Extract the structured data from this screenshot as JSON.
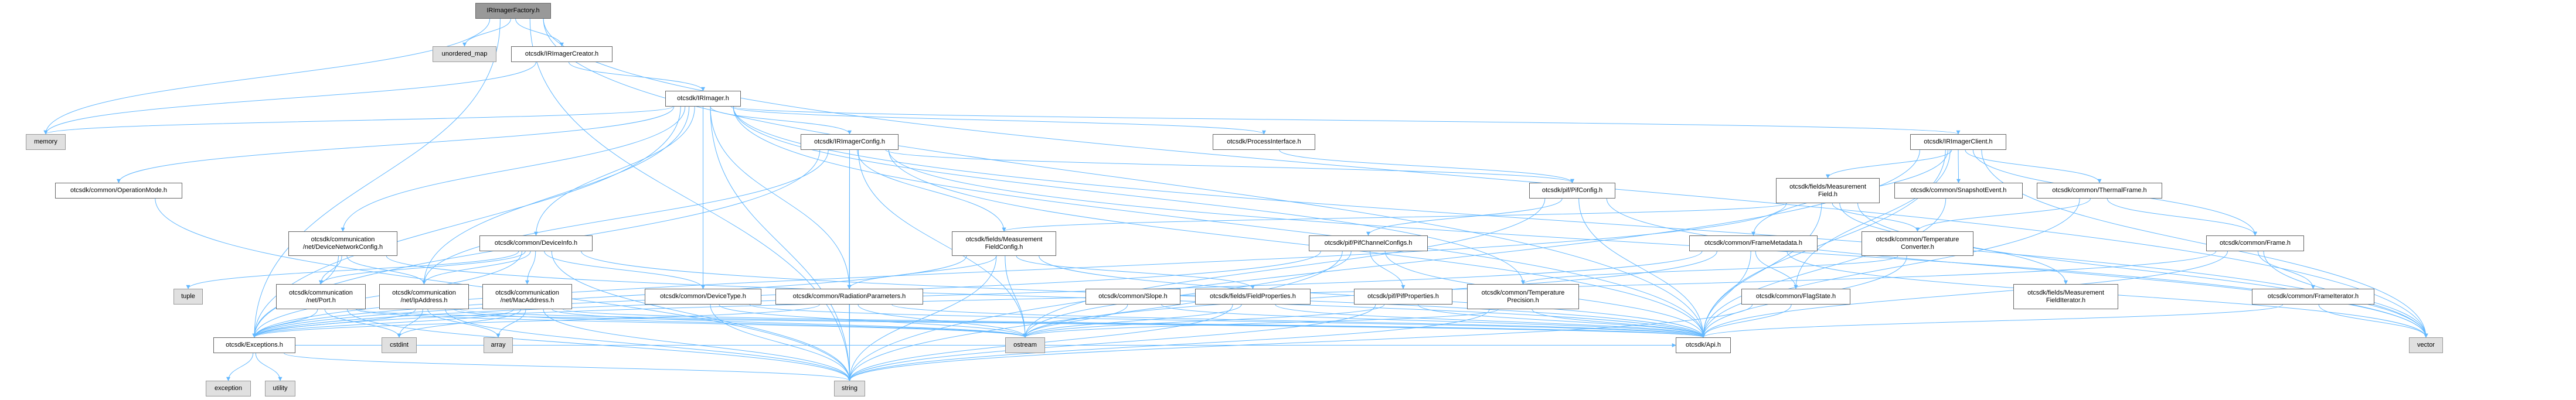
{
  "title": "IRImagerFactory.h",
  "colors": {
    "edge": "#63b8ff",
    "root_fill": "#999999",
    "system_fill": "#e0e0e0",
    "node_border": "#666666"
  },
  "nodes": {
    "factory": {
      "label": "IRImagerFactory.h",
      "kind": "root"
    },
    "unordered_map": {
      "label": "unordered_map",
      "kind": "sys"
    },
    "creator": {
      "label": "otcsdk/IRImagerCreator.h",
      "kind": "file"
    },
    "memory": {
      "label": "memory",
      "kind": "sys"
    },
    "imager": {
      "label": "otcsdk/IRImager.h",
      "kind": "file"
    },
    "opmode": {
      "label": "otcsdk/common/OperationMode.h",
      "kind": "file"
    },
    "imagerconfig": {
      "label": "otcsdk/IRImagerConfig.h",
      "kind": "file"
    },
    "procif": {
      "label": "otcsdk/ProcessInterface.h",
      "kind": "file"
    },
    "client": {
      "label": "otcsdk/IRImagerClient.h",
      "kind": "file"
    },
    "netcfg": {
      "label": "otcsdk/communication\n/net/DeviceNetworkConfig.h",
      "kind": "file"
    },
    "devinfo": {
      "label": "otcsdk/common/DeviceInfo.h",
      "kind": "file"
    },
    "mfconfig": {
      "label": "otcsdk/fields/Measurement\nFieldConfig.h",
      "kind": "file"
    },
    "pifconfig": {
      "label": "otcsdk/pif/PifConfig.h",
      "kind": "file"
    },
    "mfield": {
      "label": "otcsdk/fields/Measurement\nField.h",
      "kind": "file"
    },
    "snapshot": {
      "label": "otcsdk/common/SnapshotEvent.h",
      "kind": "file"
    },
    "thermal": {
      "label": "otcsdk/common/ThermalFrame.h",
      "kind": "file"
    },
    "pifchan": {
      "label": "otcsdk/pif/PifChannelConfigs.h",
      "kind": "file"
    },
    "framemeta": {
      "label": "otcsdk/common/FrameMetadata.h",
      "kind": "file"
    },
    "tempconv": {
      "label": "otcsdk/common/Temperature\nConverter.h",
      "kind": "file"
    },
    "frame": {
      "label": "otcsdk/common/Frame.h",
      "kind": "file"
    },
    "tuple": {
      "label": "tuple",
      "kind": "sys"
    },
    "port": {
      "label": "otcsdk/communication\n/net/Port.h",
      "kind": "file"
    },
    "ipaddr": {
      "label": "otcsdk/communication\n/net/IpAddress.h",
      "kind": "file"
    },
    "macaddr": {
      "label": "otcsdk/communication\n/net/MacAddress.h",
      "kind": "file"
    },
    "devtype": {
      "label": "otcsdk/common/DeviceType.h",
      "kind": "file"
    },
    "radparams": {
      "label": "otcsdk/common/RadiationParameters.h",
      "kind": "file"
    },
    "slope": {
      "label": "otcsdk/common/Slope.h",
      "kind": "file"
    },
    "fieldprops": {
      "label": "otcsdk/fields/FieldProperties.h",
      "kind": "file"
    },
    "pifprops": {
      "label": "otcsdk/pif/PifProperties.h",
      "kind": "file"
    },
    "tempprec": {
      "label": "otcsdk/common/Temperature\nPrecision.h",
      "kind": "file"
    },
    "flagstate": {
      "label": "otcsdk/common/FlagState.h",
      "kind": "file"
    },
    "mfiter": {
      "label": "otcsdk/fields/Measurement\nFieldIterator.h",
      "kind": "file"
    },
    "frameiter": {
      "label": "otcsdk/common/FrameIterator.h",
      "kind": "file"
    },
    "exceptions": {
      "label": "otcsdk/Exceptions.h",
      "kind": "file"
    },
    "cstdint": {
      "label": "cstdint",
      "kind": "sys"
    },
    "array": {
      "label": "array",
      "kind": "sys"
    },
    "ostream": {
      "label": "ostream",
      "kind": "sys"
    },
    "api": {
      "label": "otcsdk/Api.h",
      "kind": "file"
    },
    "vector": {
      "label": "vector",
      "kind": "sys"
    },
    "exception": {
      "label": "exception",
      "kind": "sys"
    },
    "utility": {
      "label": "utility",
      "kind": "sys"
    },
    "string": {
      "label": "string",
      "kind": "sys"
    }
  },
  "edges": [
    [
      "factory",
      "unordered_map"
    ],
    [
      "factory",
      "creator"
    ],
    [
      "factory",
      "memory"
    ],
    [
      "factory",
      "exceptions"
    ],
    [
      "factory",
      "string"
    ],
    [
      "factory",
      "vector"
    ],
    [
      "factory",
      "api"
    ],
    [
      "creator",
      "memory"
    ],
    [
      "creator",
      "imager"
    ],
    [
      "imager",
      "memory"
    ],
    [
      "imager",
      "opmode"
    ],
    [
      "imager",
      "netcfg"
    ],
    [
      "imager",
      "devinfo"
    ],
    [
      "imager",
      "devtype"
    ],
    [
      "imager",
      "radparams"
    ],
    [
      "imager",
      "imagerconfig"
    ],
    [
      "imager",
      "procif"
    ],
    [
      "imager",
      "client"
    ],
    [
      "imager",
      "tempprec"
    ],
    [
      "imager",
      "exceptions"
    ],
    [
      "imager",
      "ipaddr"
    ],
    [
      "imager",
      "api"
    ],
    [
      "imager",
      "vector"
    ],
    [
      "imager",
      "string"
    ],
    [
      "imagerconfig",
      "exceptions"
    ],
    [
      "imagerconfig",
      "ipaddr"
    ],
    [
      "imagerconfig",
      "radparams"
    ],
    [
      "imagerconfig",
      "ostream"
    ],
    [
      "imagerconfig",
      "mfconfig"
    ],
    [
      "imagerconfig",
      "pifconfig"
    ],
    [
      "imagerconfig",
      "api"
    ],
    [
      "imagerconfig",
      "string"
    ],
    [
      "imagerconfig",
      "vector"
    ],
    [
      "procif",
      "pifconfig"
    ],
    [
      "pifconfig",
      "pifchan"
    ],
    [
      "pifconfig",
      "api"
    ],
    [
      "pifconfig",
      "vector"
    ],
    [
      "pifconfig",
      "ostream"
    ],
    [
      "client",
      "mfield"
    ],
    [
      "client",
      "snapshot"
    ],
    [
      "client",
      "thermal"
    ],
    [
      "client",
      "frame"
    ],
    [
      "client",
      "framemeta"
    ],
    [
      "client",
      "flagstate"
    ],
    [
      "client",
      "api"
    ],
    [
      "client",
      "vector"
    ],
    [
      "client",
      "string"
    ],
    [
      "mfield",
      "mfconfig"
    ],
    [
      "mfield",
      "tempconv"
    ],
    [
      "mfield",
      "mfiter"
    ],
    [
      "mfield",
      "api"
    ],
    [
      "mfield",
      "exceptions"
    ],
    [
      "mfield",
      "vector"
    ],
    [
      "thermal",
      "tempconv"
    ],
    [
      "thermal",
      "frame"
    ],
    [
      "thermal",
      "api"
    ],
    [
      "frame",
      "frameiter"
    ],
    [
      "frame",
      "api"
    ],
    [
      "frame",
      "vector"
    ],
    [
      "frame",
      "exceptions"
    ],
    [
      "frameiter",
      "api"
    ],
    [
      "frameiter",
      "vector"
    ],
    [
      "snapshot",
      "api"
    ],
    [
      "tempconv",
      "tempprec"
    ],
    [
      "tempconv",
      "api"
    ],
    [
      "framemeta",
      "flagstate"
    ],
    [
      "framemeta",
      "api"
    ],
    [
      "framemeta",
      "exceptions"
    ],
    [
      "framemeta",
      "ostream"
    ],
    [
      "framemeta",
      "vector"
    ],
    [
      "flagstate",
      "api"
    ],
    [
      "flagstate",
      "string"
    ],
    [
      "pifchan",
      "pifprops"
    ],
    [
      "pifchan",
      "ostream"
    ],
    [
      "pifchan",
      "api"
    ],
    [
      "pifchan",
      "exceptions"
    ],
    [
      "pifchan",
      "string"
    ],
    [
      "pifprops",
      "api"
    ],
    [
      "pifprops",
      "string"
    ],
    [
      "pifprops",
      "ostream"
    ],
    [
      "tempprec",
      "api"
    ],
    [
      "tempprec",
      "string"
    ],
    [
      "tempprec",
      "ostream"
    ],
    [
      "mfconfig",
      "radparams"
    ],
    [
      "mfconfig",
      "fieldprops"
    ],
    [
      "mfconfig",
      "ostream"
    ],
    [
      "mfconfig",
      "string"
    ],
    [
      "mfconfig",
      "api"
    ],
    [
      "mfconfig",
      "exceptions"
    ],
    [
      "fieldprops",
      "api"
    ],
    [
      "fieldprops",
      "ostream"
    ],
    [
      "fieldprops",
      "string"
    ],
    [
      "slope",
      "ostream"
    ],
    [
      "slope",
      "api"
    ],
    [
      "radparams",
      "api"
    ],
    [
      "radparams",
      "ostream"
    ],
    [
      "radparams",
      "string"
    ],
    [
      "radparams",
      "exceptions"
    ],
    [
      "devtype",
      "api"
    ],
    [
      "devtype",
      "ostream"
    ],
    [
      "devtype",
      "string"
    ],
    [
      "devinfo",
      "tuple"
    ],
    [
      "devinfo",
      "port"
    ],
    [
      "devinfo",
      "ipaddr"
    ],
    [
      "devinfo",
      "macaddr"
    ],
    [
      "devinfo",
      "devtype"
    ],
    [
      "devinfo",
      "api"
    ],
    [
      "devinfo",
      "string"
    ],
    [
      "devinfo",
      "exceptions"
    ],
    [
      "netcfg",
      "port"
    ],
    [
      "netcfg",
      "ipaddr"
    ],
    [
      "netcfg",
      "exceptions"
    ],
    [
      "netcfg",
      "api"
    ],
    [
      "port",
      "exceptions"
    ],
    [
      "port",
      "cstdint"
    ],
    [
      "port",
      "api"
    ],
    [
      "port",
      "string"
    ],
    [
      "port",
      "ostream"
    ],
    [
      "ipaddr",
      "exceptions"
    ],
    [
      "ipaddr",
      "cstdint"
    ],
    [
      "ipaddr",
      "array"
    ],
    [
      "ipaddr",
      "api"
    ],
    [
      "ipaddr",
      "string"
    ],
    [
      "ipaddr",
      "ostream"
    ],
    [
      "macaddr",
      "exceptions"
    ],
    [
      "macaddr",
      "cstdint"
    ],
    [
      "macaddr",
      "array"
    ],
    [
      "macaddr",
      "api"
    ],
    [
      "macaddr",
      "string"
    ],
    [
      "macaddr",
      "ostream"
    ],
    [
      "exceptions",
      "exception"
    ],
    [
      "exceptions",
      "utility"
    ],
    [
      "exceptions",
      "api"
    ],
    [
      "exceptions",
      "string"
    ],
    [
      "opmode",
      "string"
    ]
  ]
}
